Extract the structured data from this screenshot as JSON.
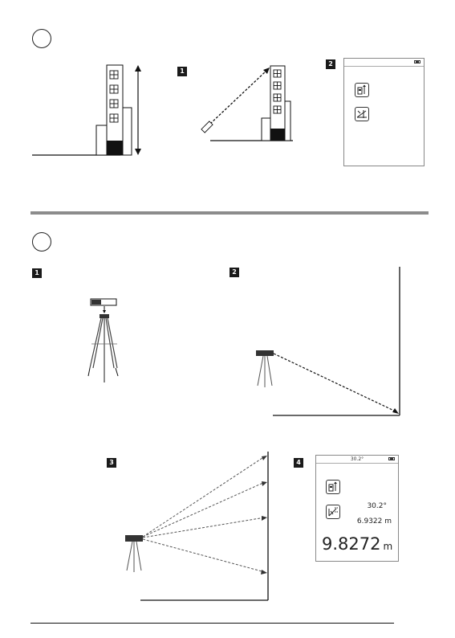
{
  "section_a": {
    "step1_label": "1",
    "step2_label": "2"
  },
  "section_b": {
    "step1_label": "1",
    "step2_label": "2",
    "step3_label": "3",
    "step4_label": "4",
    "display": {
      "top_angle": "30.2°",
      "angle": "30.2°",
      "horizontal": "6.9322 m",
      "result": "9.8272",
      "result_unit": "m"
    }
  },
  "icons": {
    "marker_a": "circle-marker",
    "marker_b": "circle-marker",
    "battery": "battery-icon",
    "height_mode": "height-measure-icon",
    "angle_mode": "angle-measure-icon"
  }
}
